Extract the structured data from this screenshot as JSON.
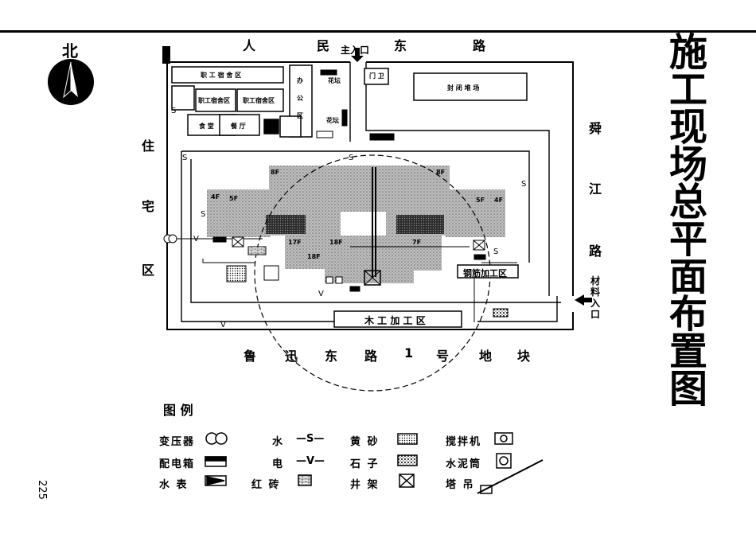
{
  "compass": {
    "north_label": "北"
  },
  "title_chars": [
    "施",
    "工",
    "现",
    "场",
    "总",
    "平",
    "面",
    "布",
    "置",
    "图"
  ],
  "roads": {
    "top": [
      "人",
      "民",
      "东",
      "路"
    ],
    "left": [
      "住",
      "宅",
      "区"
    ],
    "right": [
      "舜",
      "江",
      "路"
    ],
    "bottom": [
      "鲁",
      "迅",
      "东",
      "路",
      "1",
      "号",
      "地",
      "块"
    ]
  },
  "entrances": {
    "main": "主入口",
    "material": [
      "材",
      "料",
      "入",
      "口"
    ]
  },
  "site": {
    "staff_dorm_top": "职 工 宿 舍 区",
    "staff_dorm_1": "职工宿舍区",
    "staff_dorm_2": "职工宿舍区",
    "canteen": "食 堂",
    "restaurant": "餐 厅",
    "office": [
      "办",
      "公",
      "区"
    ],
    "gate_guard": "门 卫",
    "closed_yard": "封 闭 堆 场",
    "steel_area": "钢筋加工区",
    "wood_area": "木 工 加 工 区",
    "flower_bed_1": "花坛",
    "flower_bed_2": "花坛",
    "floor_8f_left": "8F",
    "floor_8f_right": "8F",
    "floor_4f_left": "4F",
    "floor_5f_left": "5F",
    "floor_5f_right": "5F",
    "floor_4f_right": "4F",
    "floor_17f": "17F",
    "floor_18f_a": "18F",
    "floor_18f_b": "18F",
    "floor_7f": "7F",
    "water_mark": "S",
    "elec_mark": "V"
  },
  "legend": {
    "title": "图  例",
    "items": [
      {
        "label": "变压器",
        "symbol": "transformer-icon"
      },
      {
        "label": "配电箱",
        "symbol": "distribution-box-icon"
      },
      {
        "label": "水  表",
        "symbol": "water-meter-icon"
      },
      {
        "label": "水",
        "symbol_text": "—S—"
      },
      {
        "label": "电",
        "symbol_text": "—V—"
      },
      {
        "label": "红  砖",
        "symbol": "red-brick-icon"
      },
      {
        "label": "黄  砂",
        "symbol": "yellow-sand-icon"
      },
      {
        "label": "石  子",
        "symbol": "gravel-icon"
      },
      {
        "label": "井  架",
        "symbol": "hoist-frame-icon"
      },
      {
        "label": "搅拌机",
        "symbol": "mixer-icon"
      },
      {
        "label": "水泥筒",
        "symbol": "cement-silo-icon"
      },
      {
        "label": "塔  吊",
        "symbol": "tower-crane-icon"
      }
    ]
  },
  "page_number": "225"
}
